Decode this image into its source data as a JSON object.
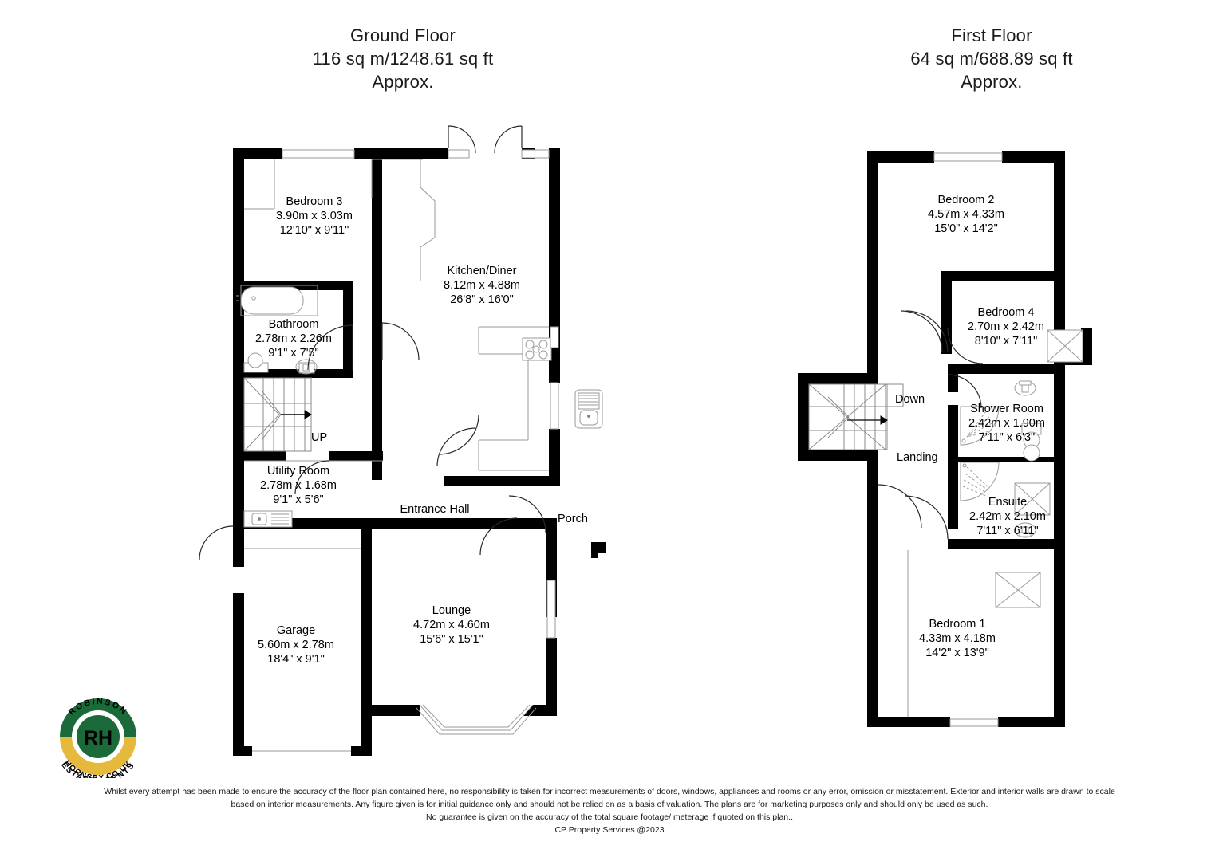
{
  "document": {
    "type": "floor-plan",
    "producer": "CP Property Services @2023"
  },
  "ground_floor": {
    "title": "Ground Floor",
    "area": "116 sq m/1248.61 sq ft",
    "approx": "Approx.",
    "rooms": [
      {
        "name": "Bedroom 3",
        "metric": "3.90m x 3.03m",
        "imperial": "12'10\" x 9'11\""
      },
      {
        "name": "Kitchen/Diner",
        "metric": "8.12m x 4.88m",
        "imperial": "26'8\" x 16'0\""
      },
      {
        "name": "Bathroom",
        "metric": "2.78m x 2.26m",
        "imperial": "9'1\" x 7'5\""
      },
      {
        "name": "Utility Room",
        "metric": "2.78m x 1.68m",
        "imperial": "9'1\" x 5'6\""
      },
      {
        "name": "Garage",
        "metric": "5.60m x 2.78m",
        "imperial": "18'4\" x 9'1\""
      },
      {
        "name": "Lounge",
        "metric": "4.72m x 4.60m",
        "imperial": "15'6\" x 15'1\""
      }
    ],
    "plain_labels": {
      "entrance_hall": "Entrance Hall",
      "porch": "Porch",
      "stairs_direction": "UP"
    }
  },
  "first_floor": {
    "title": "First Floor",
    "area": "64 sq m/688.89 sq ft",
    "approx": "Approx.",
    "rooms": [
      {
        "name": "Bedroom 2",
        "metric": "4.57m x 4.33m",
        "imperial": "15'0\" x 14'2\""
      },
      {
        "name": "Bedroom 4",
        "metric": "2.70m x 2.42m",
        "imperial": "8'10\" x 7'11\""
      },
      {
        "name": "Shower Room",
        "metric": "2.42m x 1.90m",
        "imperial": "7'11\" x 6'3\""
      },
      {
        "name": "Ensuite",
        "metric": "2.42m x 2.10m",
        "imperial": "7'11\" x 6'11\""
      },
      {
        "name": "Bedroom 1",
        "metric": "4.33m x 4.18m",
        "imperial": "14'2\" x 13'9\""
      }
    ],
    "plain_labels": {
      "landing": "Landing",
      "stairs_direction": "Down"
    }
  },
  "logo": {
    "top_arc": "ROBINSON",
    "mid_arc": "HORNSBY.CO.UK",
    "bottom_arc": "ESTATE AGENTS",
    "monogram": "RH",
    "colors": {
      "green": "#1b6b3a",
      "gold": "#e5b93c",
      "white": "#ffffff"
    }
  },
  "disclaimer": {
    "line1": "Whilst every attempt has been made to ensure the accuracy of the floor plan contained here, no responsibility is taken for incorrect measurements of doors, windows, appliances and rooms or any error, omission or misstatement. Exterior and interior walls are drawn to scale",
    "line2": "based on interior measurements. Any figure given is for initial guidance only and should not be relied on as a basis of valuation. The plans are for marketing purposes only and should only be used as such.",
    "line3": "No guarantee is given on the accuracy of the total square footage/ meterage if quoted on this plan..",
    "line4": "CP Property Services @2023"
  },
  "colors": {
    "wall": "#000000",
    "fixture_line": "#6f6f6f",
    "background": "#ffffff"
  }
}
